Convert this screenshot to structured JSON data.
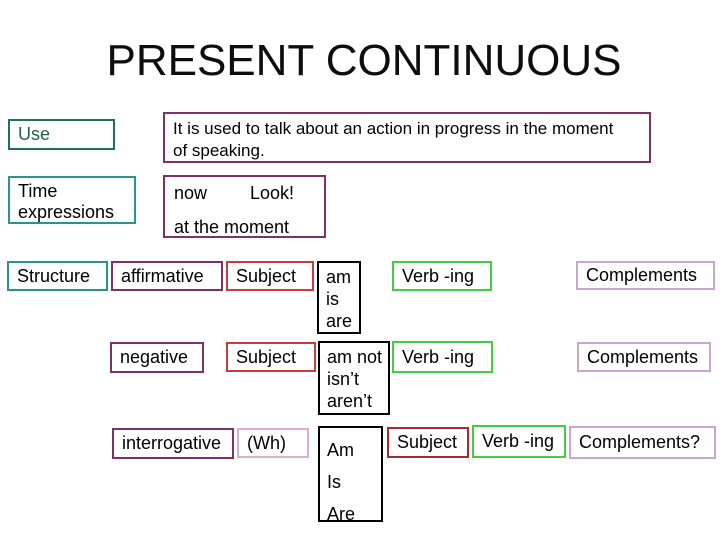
{
  "title": "PRESENT CONTINUOUS",
  "palette": {
    "teal": "#2b938c",
    "teal_dark": "#1e6e64",
    "green_text": "#24604a",
    "purple": "#7b3268",
    "lavender": "#c9a6d2",
    "pink": "#d9aed3",
    "red": "#cc3b3b",
    "red_dark": "#9e2f2f",
    "green": "#44cc44",
    "black": "#000000"
  },
  "labels": {
    "use": "Use",
    "time_expressions": "Time expressions",
    "structure": "Structure"
  },
  "usage": {
    "line1": "It is used to talk about an action in progress in the moment",
    "line2": "of speaking."
  },
  "time_examples": {
    "now": "now",
    "look": "Look!",
    "at_the_moment": "at the moment"
  },
  "rows": [
    {
      "type": "affirmative",
      "subject": "Subject",
      "aux": [
        "am",
        "is",
        "are"
      ],
      "verb": "Verb -ing",
      "complements": "Complements"
    },
    {
      "type": "negative",
      "subject": "Subject",
      "aux": [
        "am not",
        "isn’t",
        "aren’t"
      ],
      "verb": "Verb -ing",
      "complements": "Complements"
    },
    {
      "type": "interrogative",
      "wh": "(Wh)",
      "aux": [
        "Am",
        "Is",
        "Are"
      ],
      "subject": "Subject",
      "verb": "Verb -ing",
      "complements": "Complements?"
    }
  ]
}
